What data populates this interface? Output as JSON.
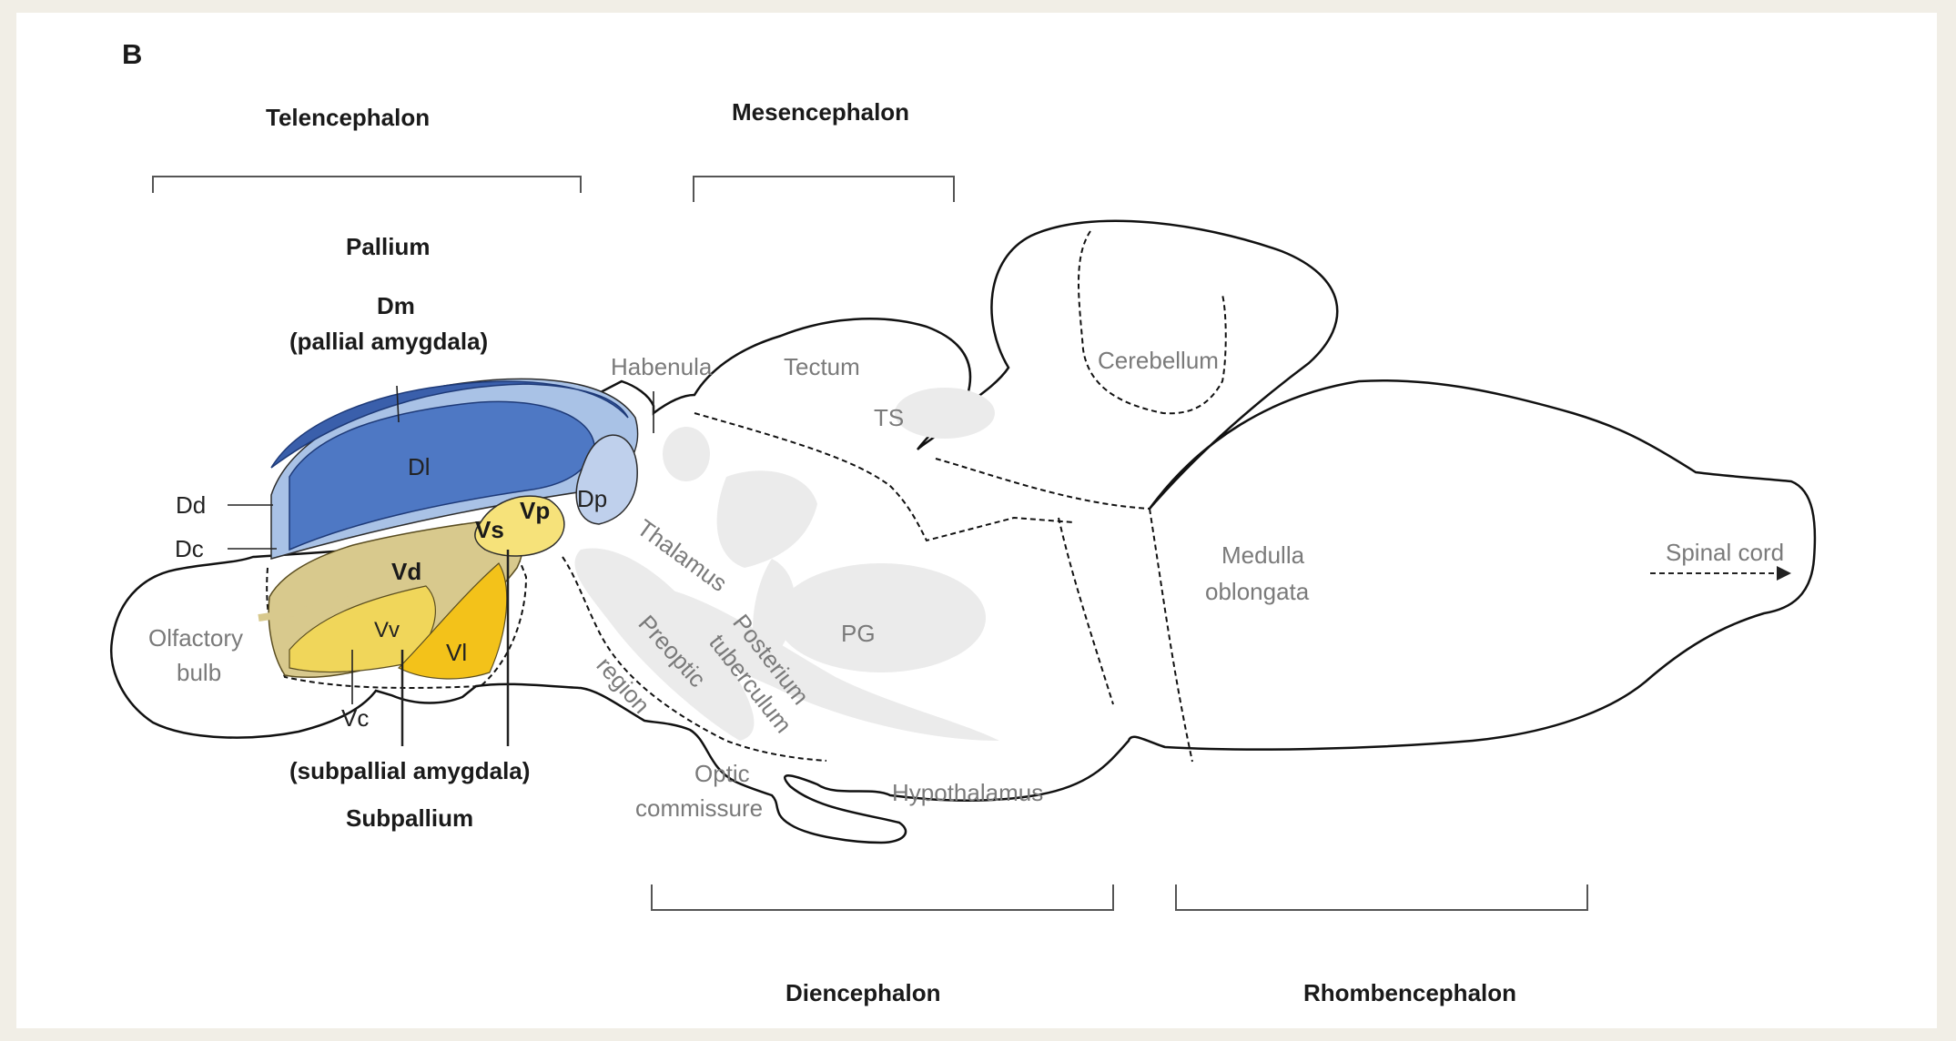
{
  "panel_letter": "B",
  "divisions": {
    "telencephalon": "Telencephalon",
    "mesencephalon": "Mesencephalon",
    "diencephalon": "Diencephalon",
    "rhombencephalon": "Rhombencephalon"
  },
  "pallium": {
    "title": "Pallium",
    "dm": "Dm",
    "dm_note": "(pallial amygdala)"
  },
  "subpallium": {
    "title": "Subpallium",
    "note": "(subpallial amygdala)"
  },
  "regions": {
    "dl": "Dl",
    "dd": "Dd",
    "dc": "Dc",
    "dp": "Dp",
    "vs": "Vs",
    "vp": "Vp",
    "vd": "Vd",
    "vv": "Vv",
    "vl": "Vl",
    "vc": "Vc",
    "olfactory_bulb_1": "Olfactory",
    "olfactory_bulb_2": "bulb",
    "habenula": "Habenula",
    "tectum": "Tectum",
    "ts": "TS",
    "cerebellum": "Cerebellum",
    "thalamus": "Thalamus",
    "pg": "PG",
    "posterium_1": "Posterium",
    "posterium_2": "tuberculum",
    "preoptic_1": "Preoptic",
    "preoptic_2": "region",
    "optic_1": "Optic",
    "optic_2": "commissure",
    "hypothalamus": "Hypothalamus",
    "medulla_1": "Medulla",
    "medulla_2": "oblongata",
    "spinal_cord": "Spinal cord"
  },
  "colors": {
    "dm_dark_blue": "#3a5fab",
    "dl_blue": "#4e78c4",
    "dd_light_blue": "#a9c2e6",
    "dp_pale_blue": "#bfd0ec",
    "vd_khaki": "#d8c98d",
    "vs_yellow": "#f6e27a",
    "vl_gold": "#f3c21a",
    "inner_structures_gray": "#ebebeb"
  }
}
